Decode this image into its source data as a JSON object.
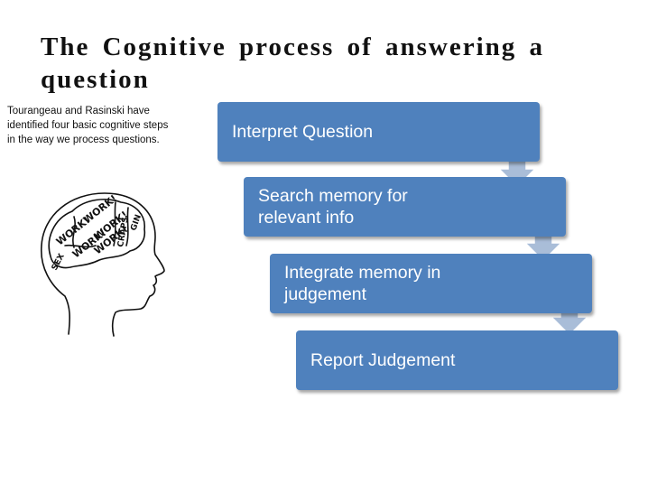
{
  "title": {
    "line1": "The Cognitive process of answering a",
    "line2": "question"
  },
  "caption": {
    "line1": "Tourangeau and Rasinski have",
    "line2": "identified four basic cognitive steps",
    "line3": "in the way we process questions."
  },
  "steps": [
    {
      "line1": "Interpret Question",
      "line2": ""
    },
    {
      "line1": "Search memory for",
      "line2": "relevant info"
    },
    {
      "line1": "Integrate memory in",
      "line2": "judgement"
    },
    {
      "line1": "Report Judgement",
      "line2": ""
    }
  ],
  "brain_words": [
    "WORK!",
    "WORK!",
    "WORK!",
    "WORK!",
    "WORK!",
    "CRAPS",
    "GIN",
    "SEX"
  ],
  "colors": {
    "step_fill": "#4f81bd",
    "arrow_fill": "#a9bdd8",
    "arrow_stroke": "#ffffff"
  },
  "icons": {
    "head": "head-brain-illustration",
    "arrow": "down-arrow-icon"
  }
}
